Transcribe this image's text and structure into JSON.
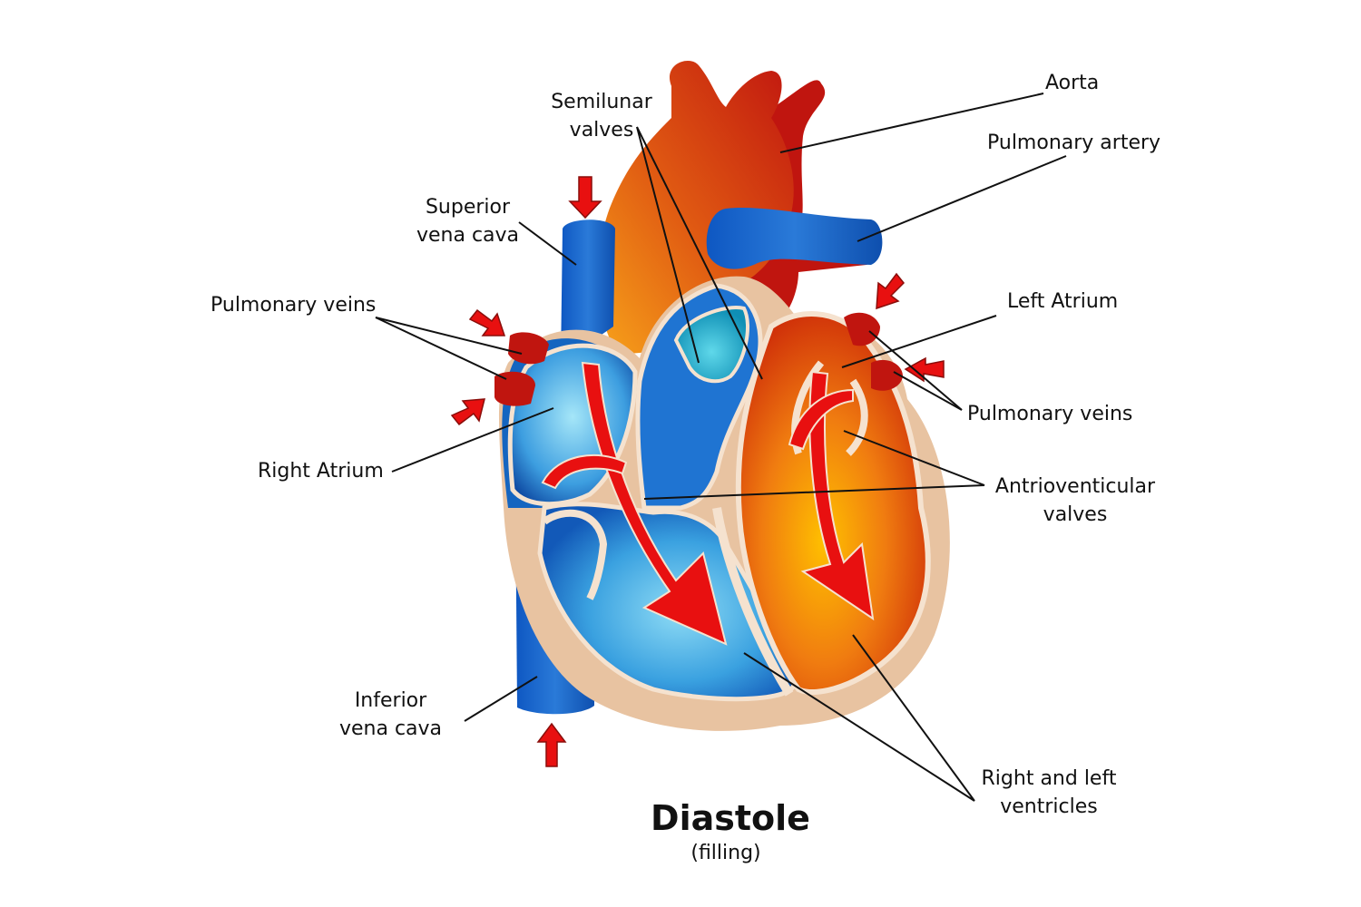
{
  "title": "Diastole",
  "subtitle": "(filling)",
  "labels": {
    "aorta": "Aorta",
    "pulmonary_artery": "Pulmonary artery",
    "semilunar_valves": [
      "Semilunar",
      "valves"
    ],
    "superior_vena_cava": [
      "Superior",
      "vena cava"
    ],
    "pulmonary_veins_left": "Pulmonary veins",
    "pulmonary_veins_right": "Pulmonary veins",
    "left_atrium": "Left Atrium",
    "right_atrium": "Right Atrium",
    "av_valves": [
      "Antrioventicular",
      "valves"
    ],
    "inferior_vena_cava": [
      "Inferior",
      "vena cava"
    ],
    "ventricles": [
      "Right and left",
      "ventricles"
    ]
  },
  "colors": {
    "deoxygenated": "#1565c0",
    "oxygenated": "#c0150f",
    "myocardium": "#e8c3a1",
    "flow_arrow": "#e81010"
  }
}
